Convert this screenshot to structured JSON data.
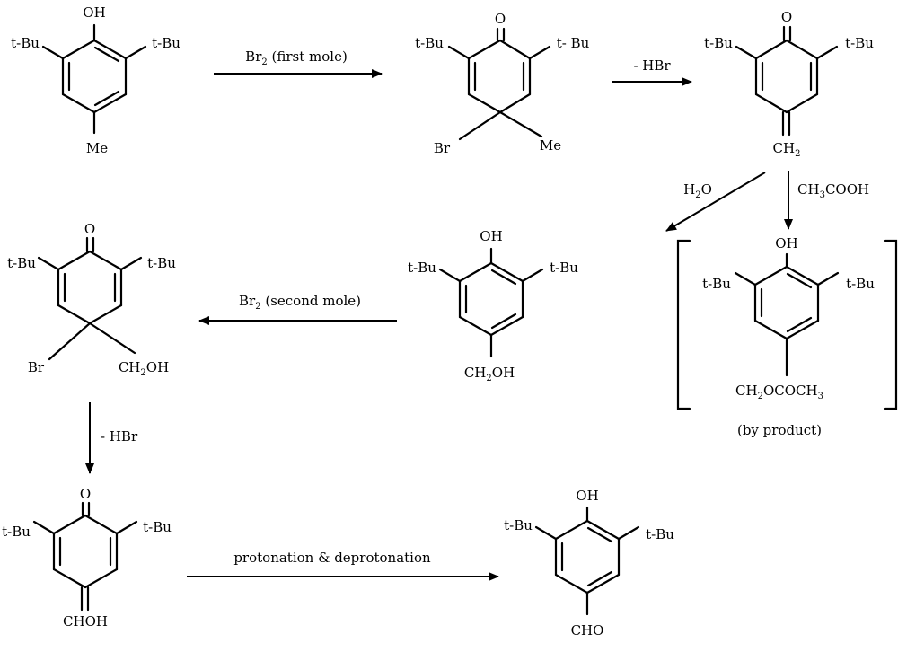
{
  "molecules": {
    "m1": {
      "top": "OH",
      "left": "t-Bu",
      "right": "t-Bu",
      "bottom": "Me"
    },
    "m2": {
      "top": "O",
      "left": "t-Bu",
      "right": "t- Bu",
      "br": "Br",
      "me": "Me"
    },
    "m3": {
      "top": "O",
      "left": "t-Bu",
      "right": "t-Bu",
      "ch2_main": "CH",
      "ch2_sub": "2"
    },
    "m4": {
      "top": "OH",
      "left": "t-Bu",
      "right": "t-Bu",
      "ch2oh_a": "CH",
      "ch2oh_sub": "2",
      "ch2oh_b": "OH"
    },
    "m5": {
      "top": "O",
      "left": "t-Bu",
      "right": "t-Bu",
      "br": "Br",
      "ch2oh_a": "CH",
      "ch2oh_sub": "2",
      "ch2oh_b": "OH"
    },
    "m6": {
      "top": "OH",
      "left": "t-Bu",
      "right": "t-Bu",
      "ester_a": "CH",
      "ester_sub1": "2",
      "ester_b": "OCOCH",
      "ester_sub2": "3",
      "note": "(by product)"
    },
    "m7": {
      "top": "O",
      "left": "t-Bu",
      "right": "t-Bu",
      "bottom": "CHOH"
    },
    "m8": {
      "top": "OH",
      "left": "t-Bu",
      "right": "t-Bu",
      "bottom": "CHO"
    }
  },
  "reactions": {
    "r1": {
      "a": "Br",
      "sub": "2",
      "b": " (first mole)"
    },
    "r2": {
      "label": "- HBr"
    },
    "r3": {
      "a": "H",
      "sub": "2",
      "b": "O"
    },
    "r4": {
      "a": "CH",
      "sub": "3",
      "b": "COOH"
    },
    "r5": {
      "a": "Br",
      "sub": "2",
      "b": " (second mole)"
    },
    "r6": {
      "label": "- HBr"
    },
    "r7": {
      "label": "protonation & deprotonation"
    }
  }
}
